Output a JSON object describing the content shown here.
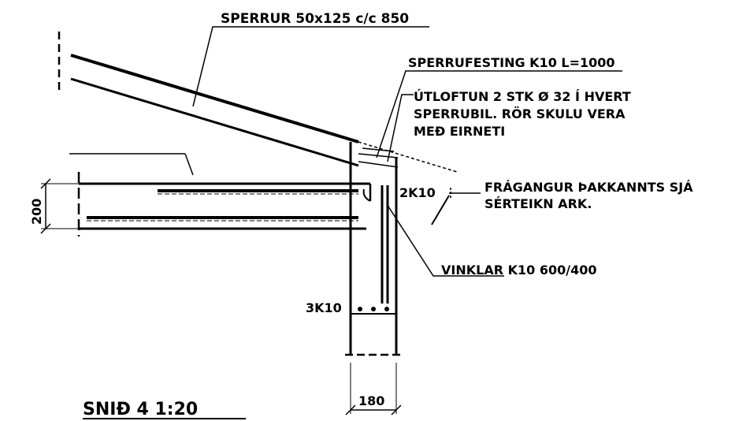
{
  "labels": {
    "rafters": "SPERRUR 50x125 c/c 850",
    "rafter_fixing": "SPERRUFESTING K10 L=1000",
    "vent_line1": "ÚTLOFTUN 2 STK Ø 32 Í HVERT",
    "vent_line2": "SPERRUBIL. RÖR SKULU VERA",
    "vent_line3": "MEÐ EIRNETI",
    "edge_line1": "FRÁGANGUR ÞAKKANNTS SJÁ",
    "edge_line2": "SÉRTEIKN ARK.",
    "bars_2k10": "2K10",
    "angles": "VINKLAR K10 600/400",
    "bars_3k10": "3K10",
    "slab_thickness": "200",
    "wall_thickness": "180",
    "section_title": "SNIÐ 4 1:20"
  }
}
